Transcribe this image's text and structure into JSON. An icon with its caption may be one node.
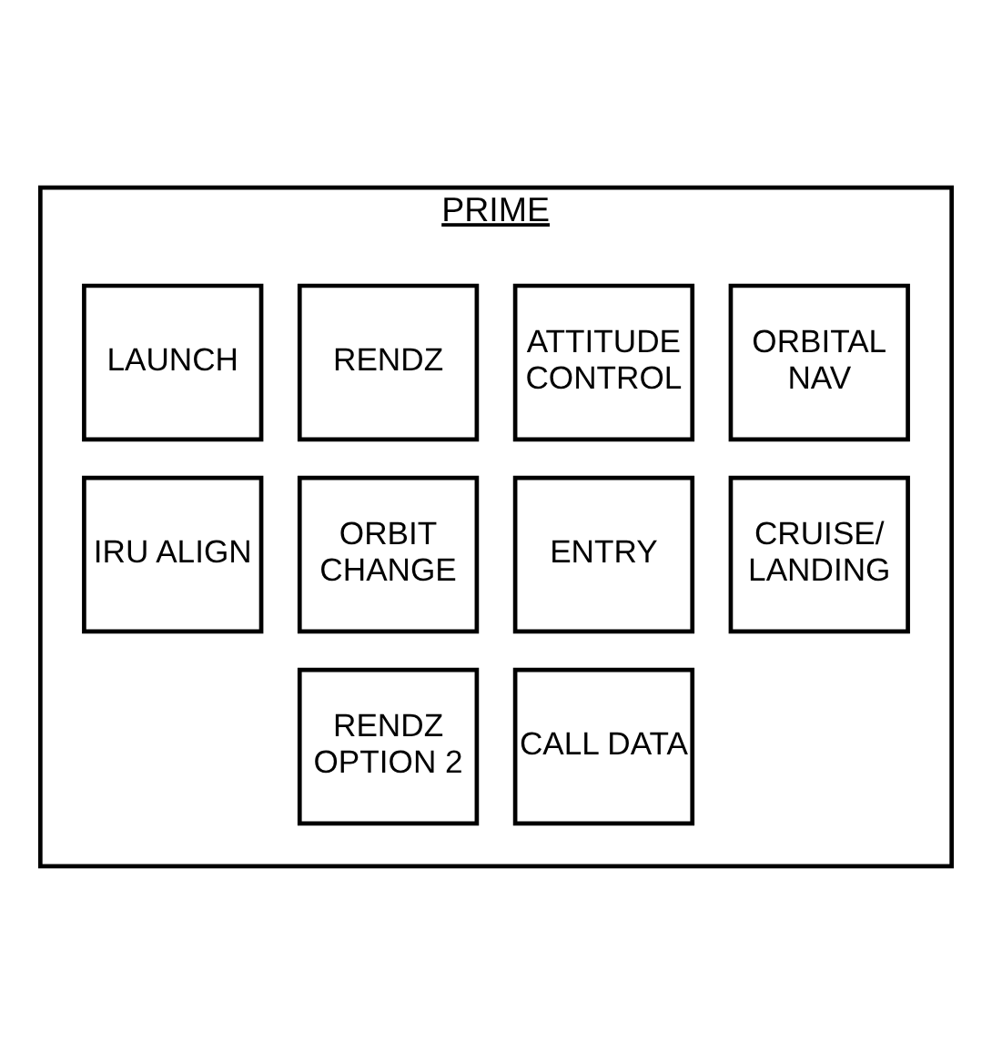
{
  "diagram": {
    "nodes": [
      {
        "text": [
          "PRIME"
        ]
      },
      {
        "text": [
          "LAUNCH"
        ],
        "in": 0
      },
      {
        "text": [
          "RENDZ"
        ],
        "in": 0
      },
      {
        "text": [
          "ATTITUDE CONTROL"
        ],
        "in": 0
      },
      {
        "text": [
          "ORBITAL NAV"
        ],
        "in": 0
      },
      {
        "text": [
          "IRU ALIGN"
        ],
        "in": 0
      },
      {
        "text": [
          "ORBIT CHANGE"
        ],
        "in": 0
      },
      {
        "text": [
          "ENTRY"
        ],
        "in": 0
      },
      {
        "text": [
          "CRUISE/ LANDING"
        ],
        "in": 0
      },
      {
        "text": [
          "RENDZ OPTION 2"
        ],
        "in": 0
      },
      {
        "text": [
          "CALL DATA"
        ],
        "in": 0
      }
    ],
    "edges": []
  }
}
